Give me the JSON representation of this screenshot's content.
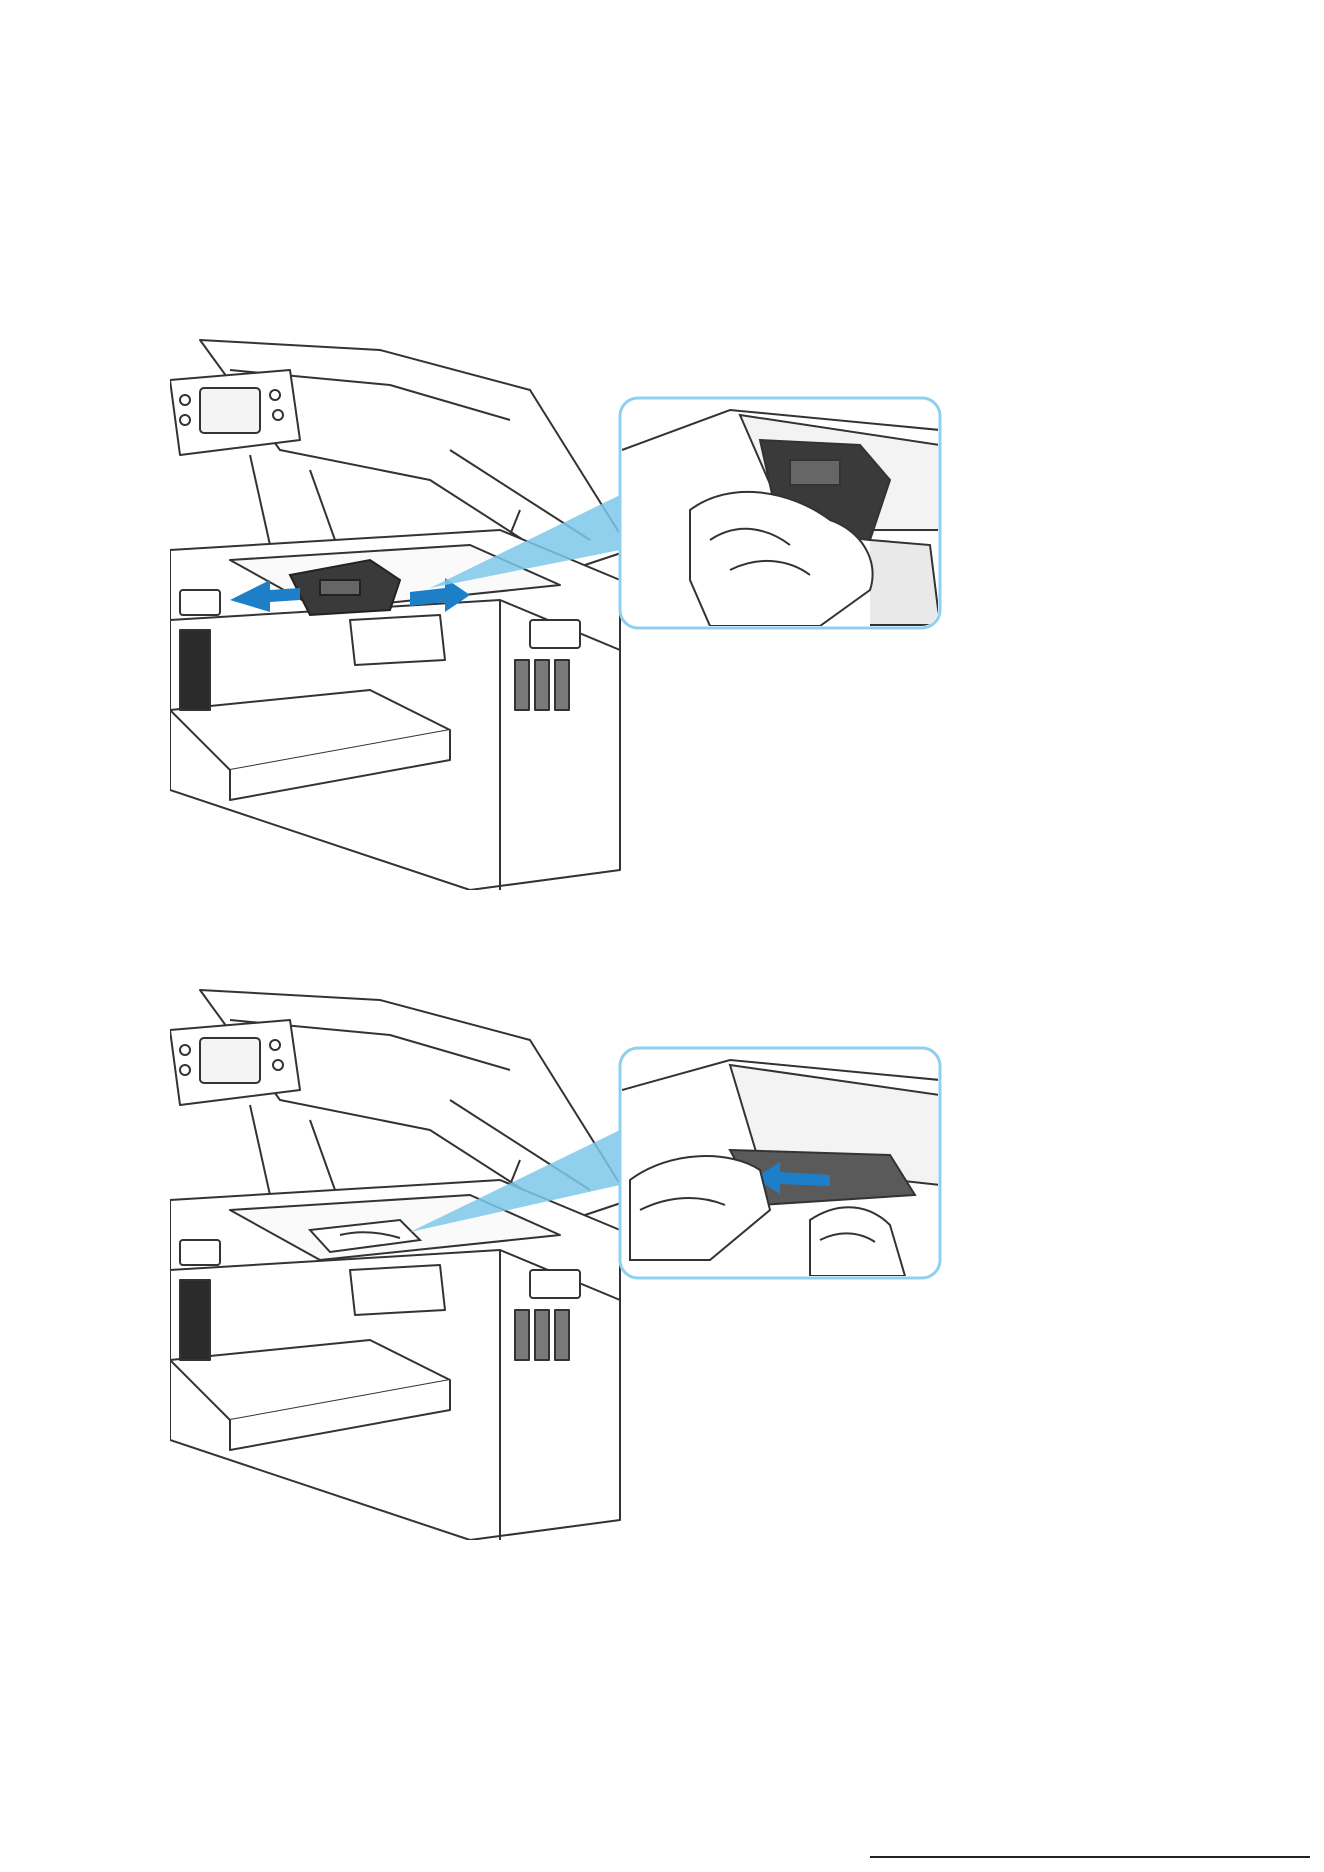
{
  "document": {
    "figures": [
      {
        "id": "fig1",
        "icon": "printer-open-cover-move-print-head-illustration"
      },
      {
        "id": "fig2",
        "icon": "printer-open-cover-remove-jammed-paper-illustration"
      }
    ],
    "colors": {
      "line": "#333333",
      "arrow": "#1e7fc9",
      "callout_border": "#8fd0ef",
      "callout_beam": "#7cc8ea",
      "dark_part": "#3a3a3a",
      "paper_gray": "#5a5a5a"
    }
  }
}
